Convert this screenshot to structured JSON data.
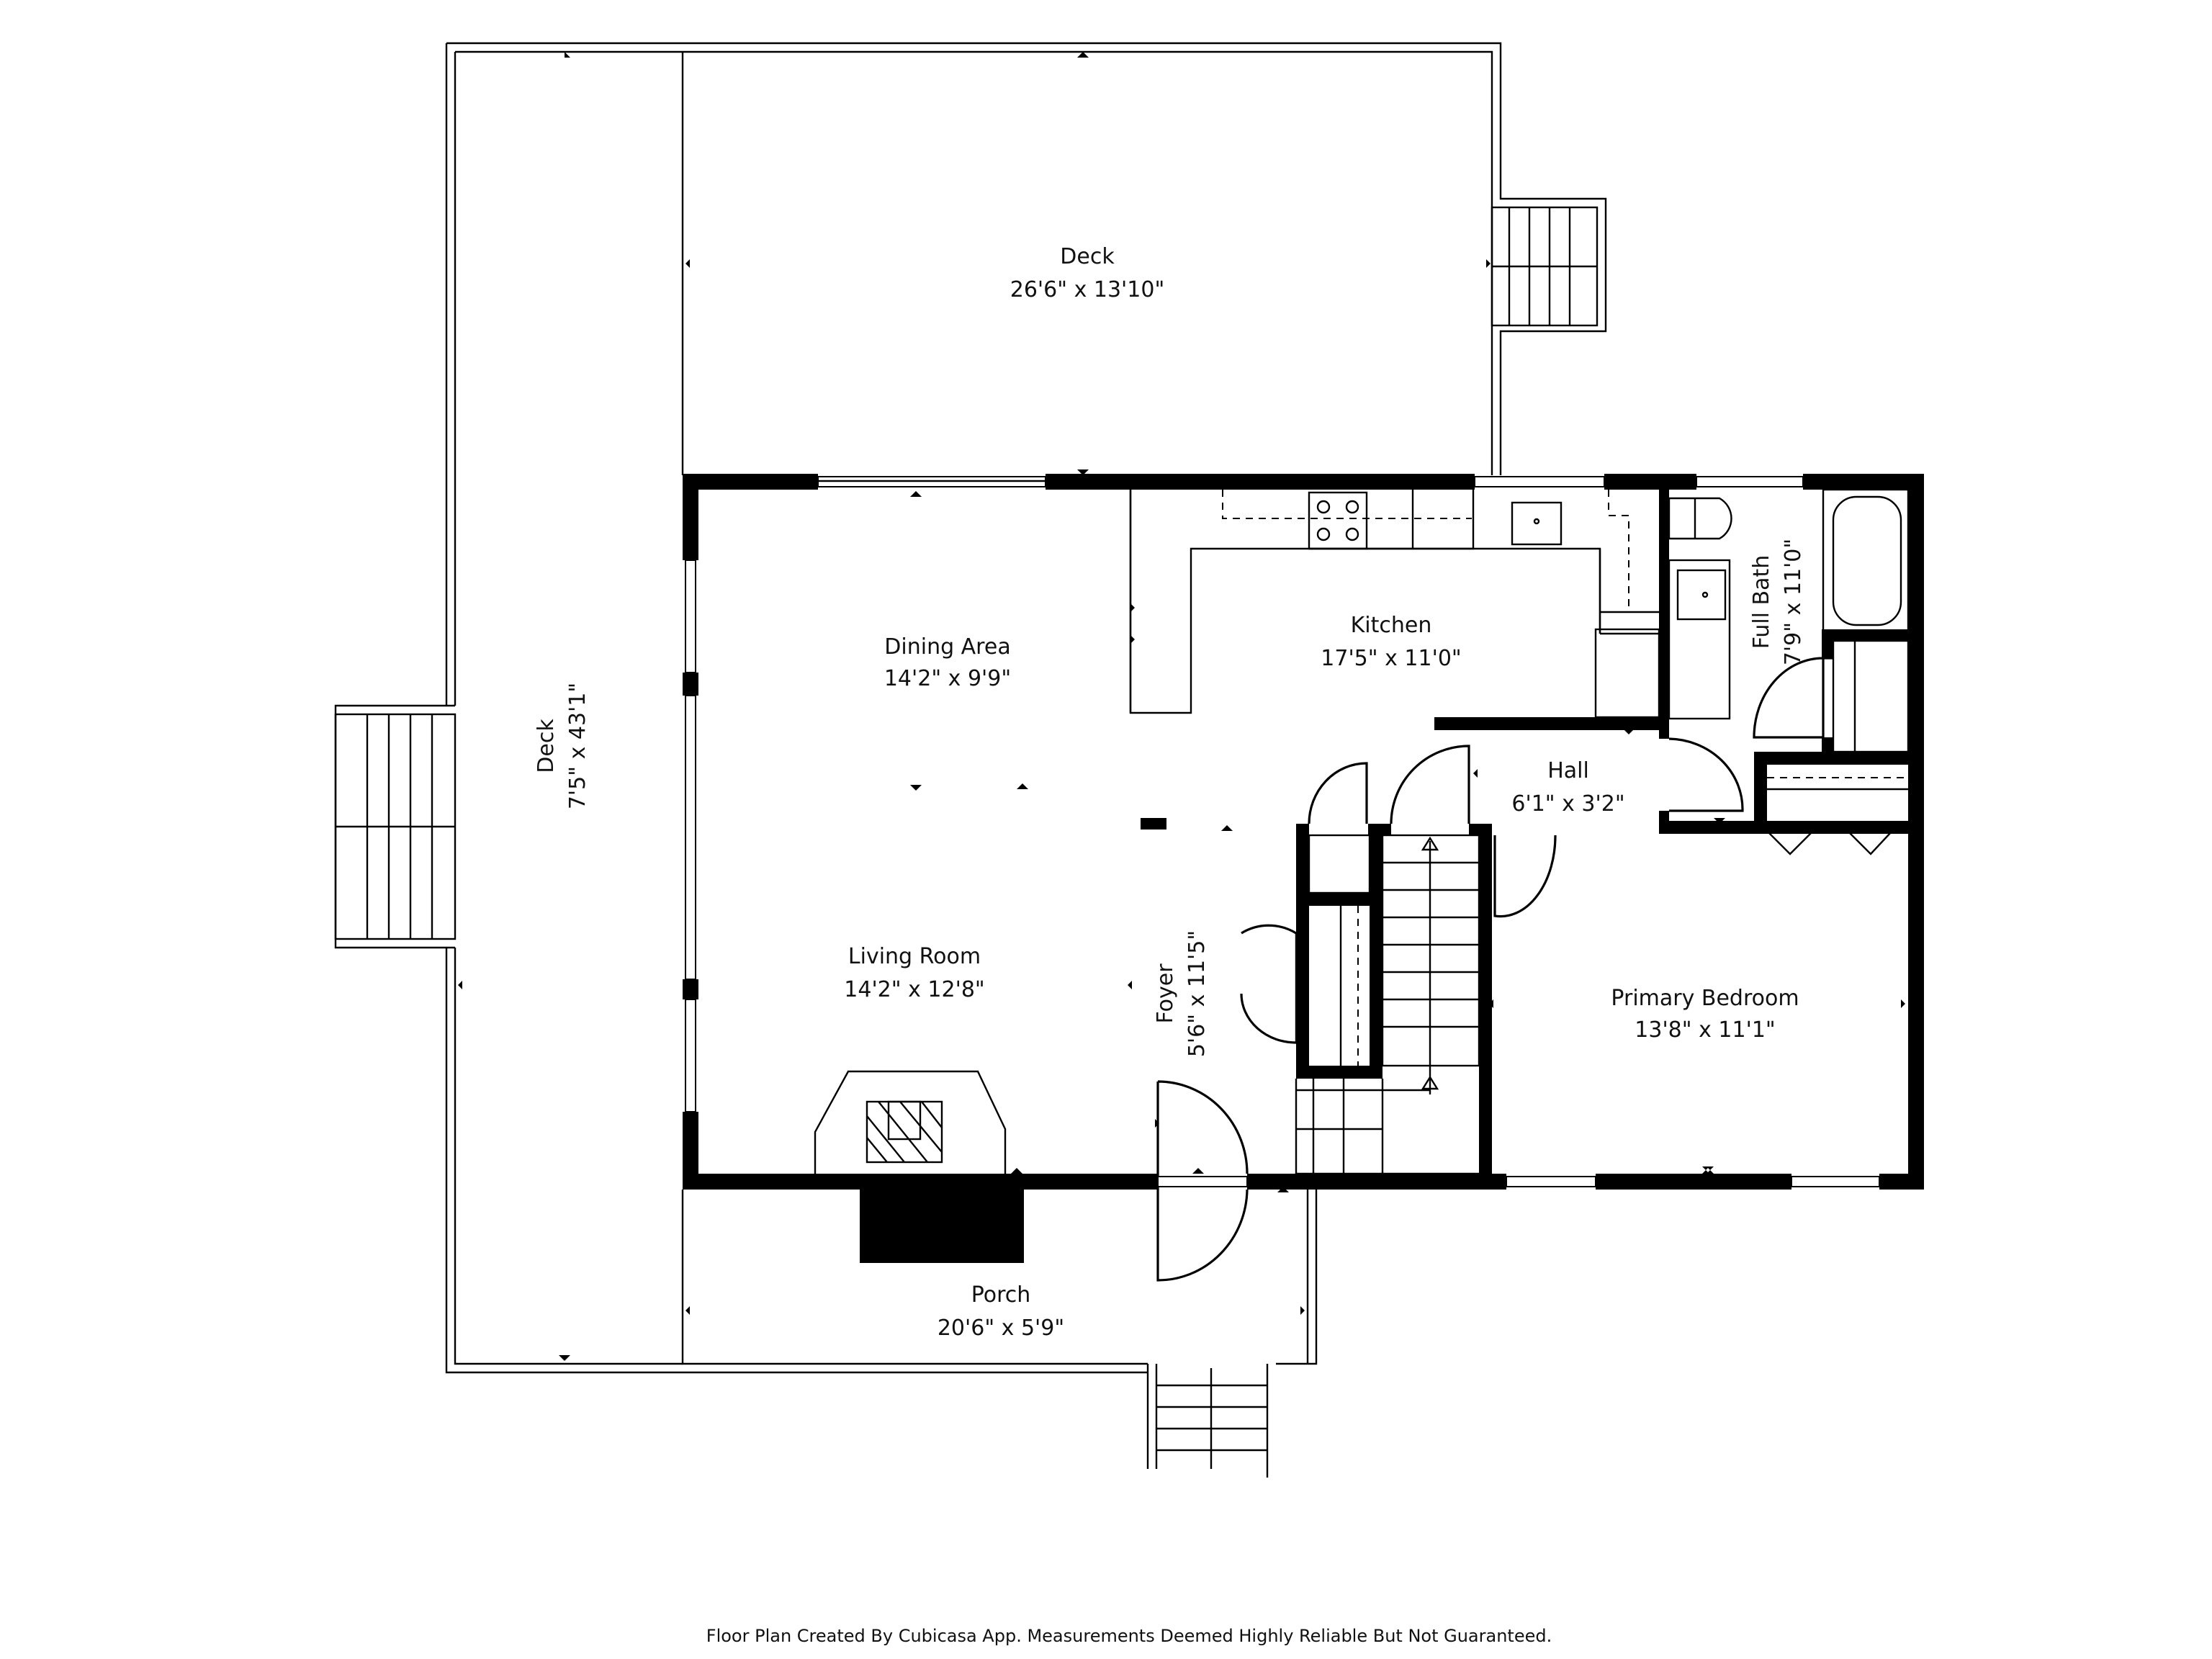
{
  "floor_plan": {
    "rooms": [
      {
        "id": "deck-top",
        "name": "Deck",
        "dimensions": "26'6\" x 13'10\""
      },
      {
        "id": "deck-left",
        "name": "Deck",
        "dimensions": "7'5\" x 43'1\""
      },
      {
        "id": "dining-area",
        "name": "Dining Area",
        "dimensions": "14'2\" x 9'9\""
      },
      {
        "id": "kitchen",
        "name": "Kitchen",
        "dimensions": "17'5\" x 11'0\""
      },
      {
        "id": "full-bath",
        "name": "Full Bath",
        "dimensions": "7'9\" x 11'0\""
      },
      {
        "id": "hall",
        "name": "Hall",
        "dimensions": "6'1\" x 3'2\""
      },
      {
        "id": "living-room",
        "name": "Living Room",
        "dimensions": "14'2\" x 12'8\""
      },
      {
        "id": "foyer",
        "name": "Foyer",
        "dimensions": "5'6\" x 11'5\""
      },
      {
        "id": "primary-bedroom",
        "name": "Primary Bedroom",
        "dimensions": "13'8\" x 11'1\""
      },
      {
        "id": "porch",
        "name": "Porch",
        "dimensions": "20'6\" x 5'9\""
      }
    ],
    "footer": "Floor Plan Created By Cubicasa App. Measurements Deemed Highly Reliable But Not Guaranteed.",
    "colors": {
      "wall": "#000000",
      "background": "#ffffff",
      "line": "#000000"
    }
  }
}
